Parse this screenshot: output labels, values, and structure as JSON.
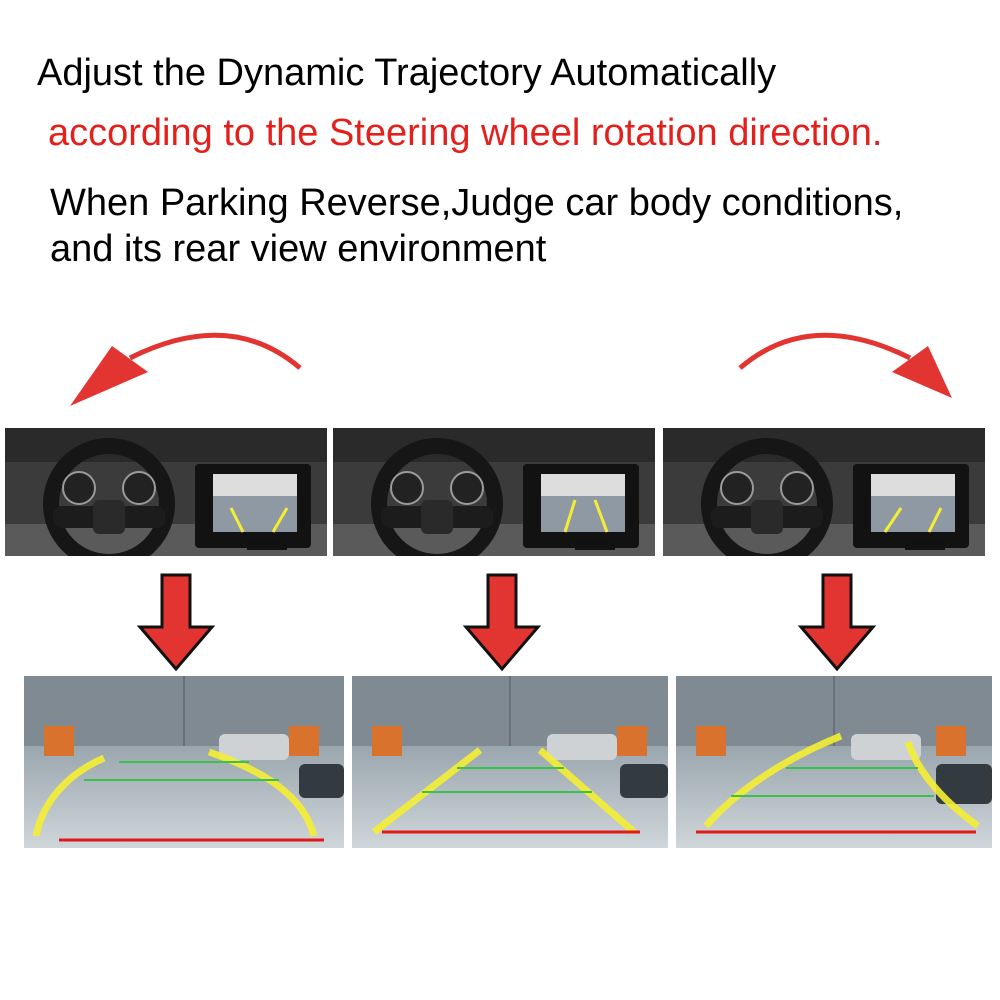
{
  "headline": {
    "line1": "Adjust the Dynamic Trajectory Automatically",
    "line2": "according to the Steering wheel rotation direction.",
    "line3": "When Parking Reverse,Judge car body conditions,",
    "line4": "and its rear view environment"
  },
  "colors": {
    "accent_red": "#e4201d",
    "arrow_red": "#e23431",
    "guide_yellow": "#f4ee33",
    "guide_green": "#39c14a",
    "guide_red": "#e01a1a",
    "text": "#000000"
  },
  "panels": [
    {
      "steering": "left",
      "guide_curve": "left"
    },
    {
      "steering": "center",
      "guide_curve": "straight"
    },
    {
      "steering": "right",
      "guide_curve": "right"
    }
  ],
  "icons": {
    "swirl_left": "curved-arrow-counterclockwise-icon",
    "swirl_right": "curved-arrow-clockwise-icon",
    "down": "down-arrow-icon"
  }
}
